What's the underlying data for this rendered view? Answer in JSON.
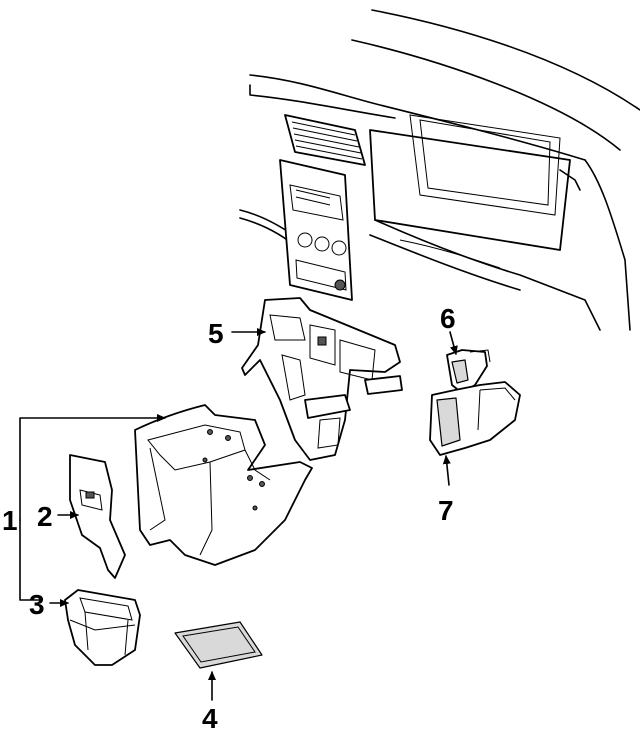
{
  "callouts": {
    "c1": "1",
    "c2": "2",
    "c3": "3",
    "c4": "4",
    "c5": "5",
    "c6": "6",
    "c7": "7"
  },
  "colors": {
    "line": "#000000",
    "background": "#ffffff",
    "shading": "#d9d9d9"
  }
}
